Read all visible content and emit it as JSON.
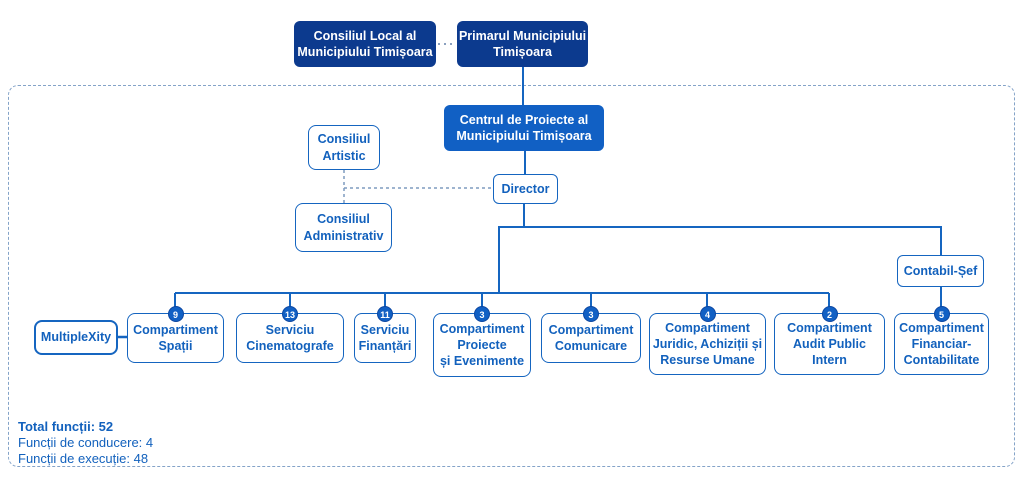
{
  "colors": {
    "navy_box": "#0c3a8e",
    "bright_blue_box": "#1160c4",
    "line_blue": "#1565c0",
    "text_blue": "#1261bd",
    "dashed_border": "#84a3c8"
  },
  "nodes": {
    "consiliul_local": {
      "label": "Consiliul Local al\nMunicipiului Timișoara"
    },
    "primarul": {
      "label": "Primarul Municipiului\nTimișoara"
    },
    "centrul": {
      "label": "Centrul de Proiecte al\nMunicipiului Timișoara"
    },
    "director": {
      "label": "Director"
    },
    "consiliul_artistic": {
      "label": "Consiliul\nArtistic"
    },
    "consiliul_administrativ": {
      "label": "Consiliul\nAdministrativ"
    },
    "contabil_sef": {
      "label": "Contabil-Șef"
    },
    "multiplexity": {
      "label": "MultipleXity"
    }
  },
  "departments": [
    {
      "label": "Compartiment\nSpații",
      "count": "9"
    },
    {
      "label": "Serviciu\nCinematografe",
      "count": "13"
    },
    {
      "label": "Serviciu\nFinanțări",
      "count": "11"
    },
    {
      "label": "Compartiment\nProiecte\nși Evenimente",
      "count": "3"
    },
    {
      "label": "Compartiment\nComunicare",
      "count": "3"
    },
    {
      "label": "Compartiment\nJuridic, Achiziții și\nResurse Umane",
      "count": "4"
    },
    {
      "label": "Compartiment\nAudit Public\nIntern",
      "count": "2"
    },
    {
      "label": "Compartiment\nFinanciar-\nContabilitate",
      "count": "5"
    }
  ],
  "summary": {
    "total": "Total funcții: 52",
    "conducere": "Funcții de conducere: 4",
    "executie": "Funcții de execuție: 48"
  }
}
